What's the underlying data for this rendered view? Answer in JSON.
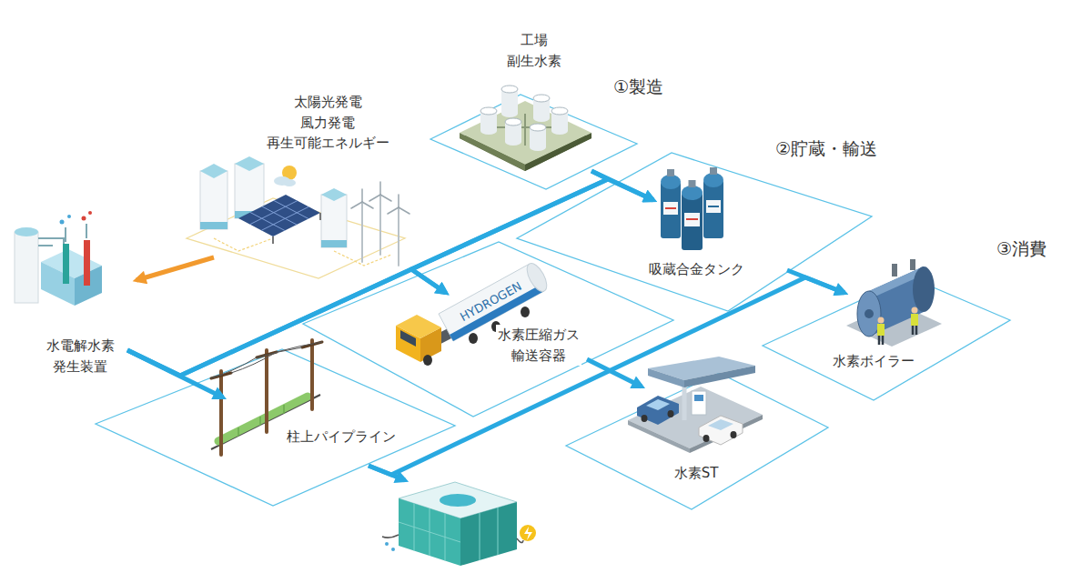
{
  "diagram": {
    "nodes": [
      {
        "text": [
          "工場 副生水素"
        ]
      },
      {
        "text": [
          "太陽光発電 風力発電 再生可能エネルギー"
        ]
      },
      {
        "text": [
          "水電解水素 発生装置"
        ]
      },
      {
        "text": [
          "吸蔵合金タンク"
        ]
      },
      {
        "text": [
          "水素圧縮ガス 輸送容器"
        ]
      },
      {
        "text": [
          "柱上パイプライン"
        ]
      },
      {
        "text": [
          "水素ボイラー"
        ]
      },
      {
        "text": [
          "水素ST"
        ]
      }
    ],
    "edges": [
      {
        "from": 0,
        "to": 3,
        "arrow": "to"
      },
      {
        "from": 2,
        "to": 5,
        "arrow": "to"
      },
      {
        "from": 2,
        "to": 3,
        "arrow": "to"
      },
      {
        "from": 2,
        "to": 4,
        "arrow": "to"
      },
      {
        "from": 0,
        "to": 4,
        "arrow": "to"
      },
      {
        "from": 1,
        "to": 2,
        "arrow": "to"
      },
      {
        "from": 4,
        "to": 7,
        "arrow": "to"
      },
      {
        "from": 3,
        "to": 6,
        "arrow": "to"
      },
      {
        "from": 5,
        "to": 6,
        "arrow": "to"
      }
    ],
    "labels": [
      "①製造",
      "②貯蔵・輸送",
      "③消費",
      "HYDROGEN"
    ]
  }
}
